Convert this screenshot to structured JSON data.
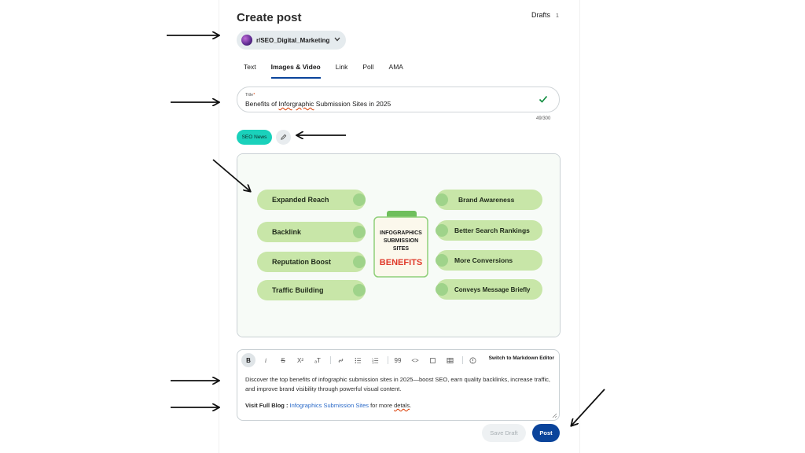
{
  "header": {
    "title": "Create post",
    "drafts_label": "Drafts",
    "drafts_count": "1"
  },
  "community": {
    "name": "r/SEO_Digital_Marketing",
    "icon": "chevron-down-icon"
  },
  "tabs": [
    {
      "label": "Text",
      "active": false
    },
    {
      "label": "Images & Video",
      "active": true
    },
    {
      "label": "Link",
      "active": false
    },
    {
      "label": "Poll",
      "active": false
    },
    {
      "label": "AMA",
      "active": false
    }
  ],
  "title_field": {
    "label": "Title",
    "required_mark": "*",
    "value_pre": "Benefits of ",
    "value_misspelled": "Inforgraphic",
    "value_post": " Submission Sites in 2025",
    "char_count": "49/300"
  },
  "flair": {
    "label": "SEO News"
  },
  "infographic": {
    "center": {
      "line1": "INFOGRAPHICS",
      "line2": "SUBMISSION",
      "line3": "SITES",
      "highlight": "BENEFITS"
    },
    "left_items": [
      "Expanded Reach",
      "Backlink",
      "Reputation Boost",
      "Traffic Building"
    ],
    "right_items": [
      "Brand Awareness",
      "Better Search Rankings",
      "More Conversions",
      "Conveys Message Briefly"
    ]
  },
  "editor": {
    "toolbar": {
      "bold": "B",
      "italic": "i",
      "strike": "S",
      "superscript": "X²",
      "heading": "ₐT",
      "quote": "99",
      "code": "<>",
      "switch_label": "Switch to Markdown Editor"
    },
    "body": "Discover the top benefits of infographic submission sites in 2025—boost SEO, earn quality backlinks, increase traffic, and improve brand visibility through powerful visual content.",
    "visit_label": "Visit Full Blog :",
    "visit_link": "Infographics Submission Sites",
    "visit_post_pre": " for more ",
    "visit_post_misspelled": "detals",
    "visit_post_end": "."
  },
  "actions": {
    "save_draft": "Save Draft",
    "post": "Post"
  },
  "colors": {
    "accent": "#0a449b",
    "flair": "#1ad1bb",
    "pill": "#c8e6a8",
    "dot": "#9fd38a",
    "benefits_red": "#e03a2a"
  }
}
